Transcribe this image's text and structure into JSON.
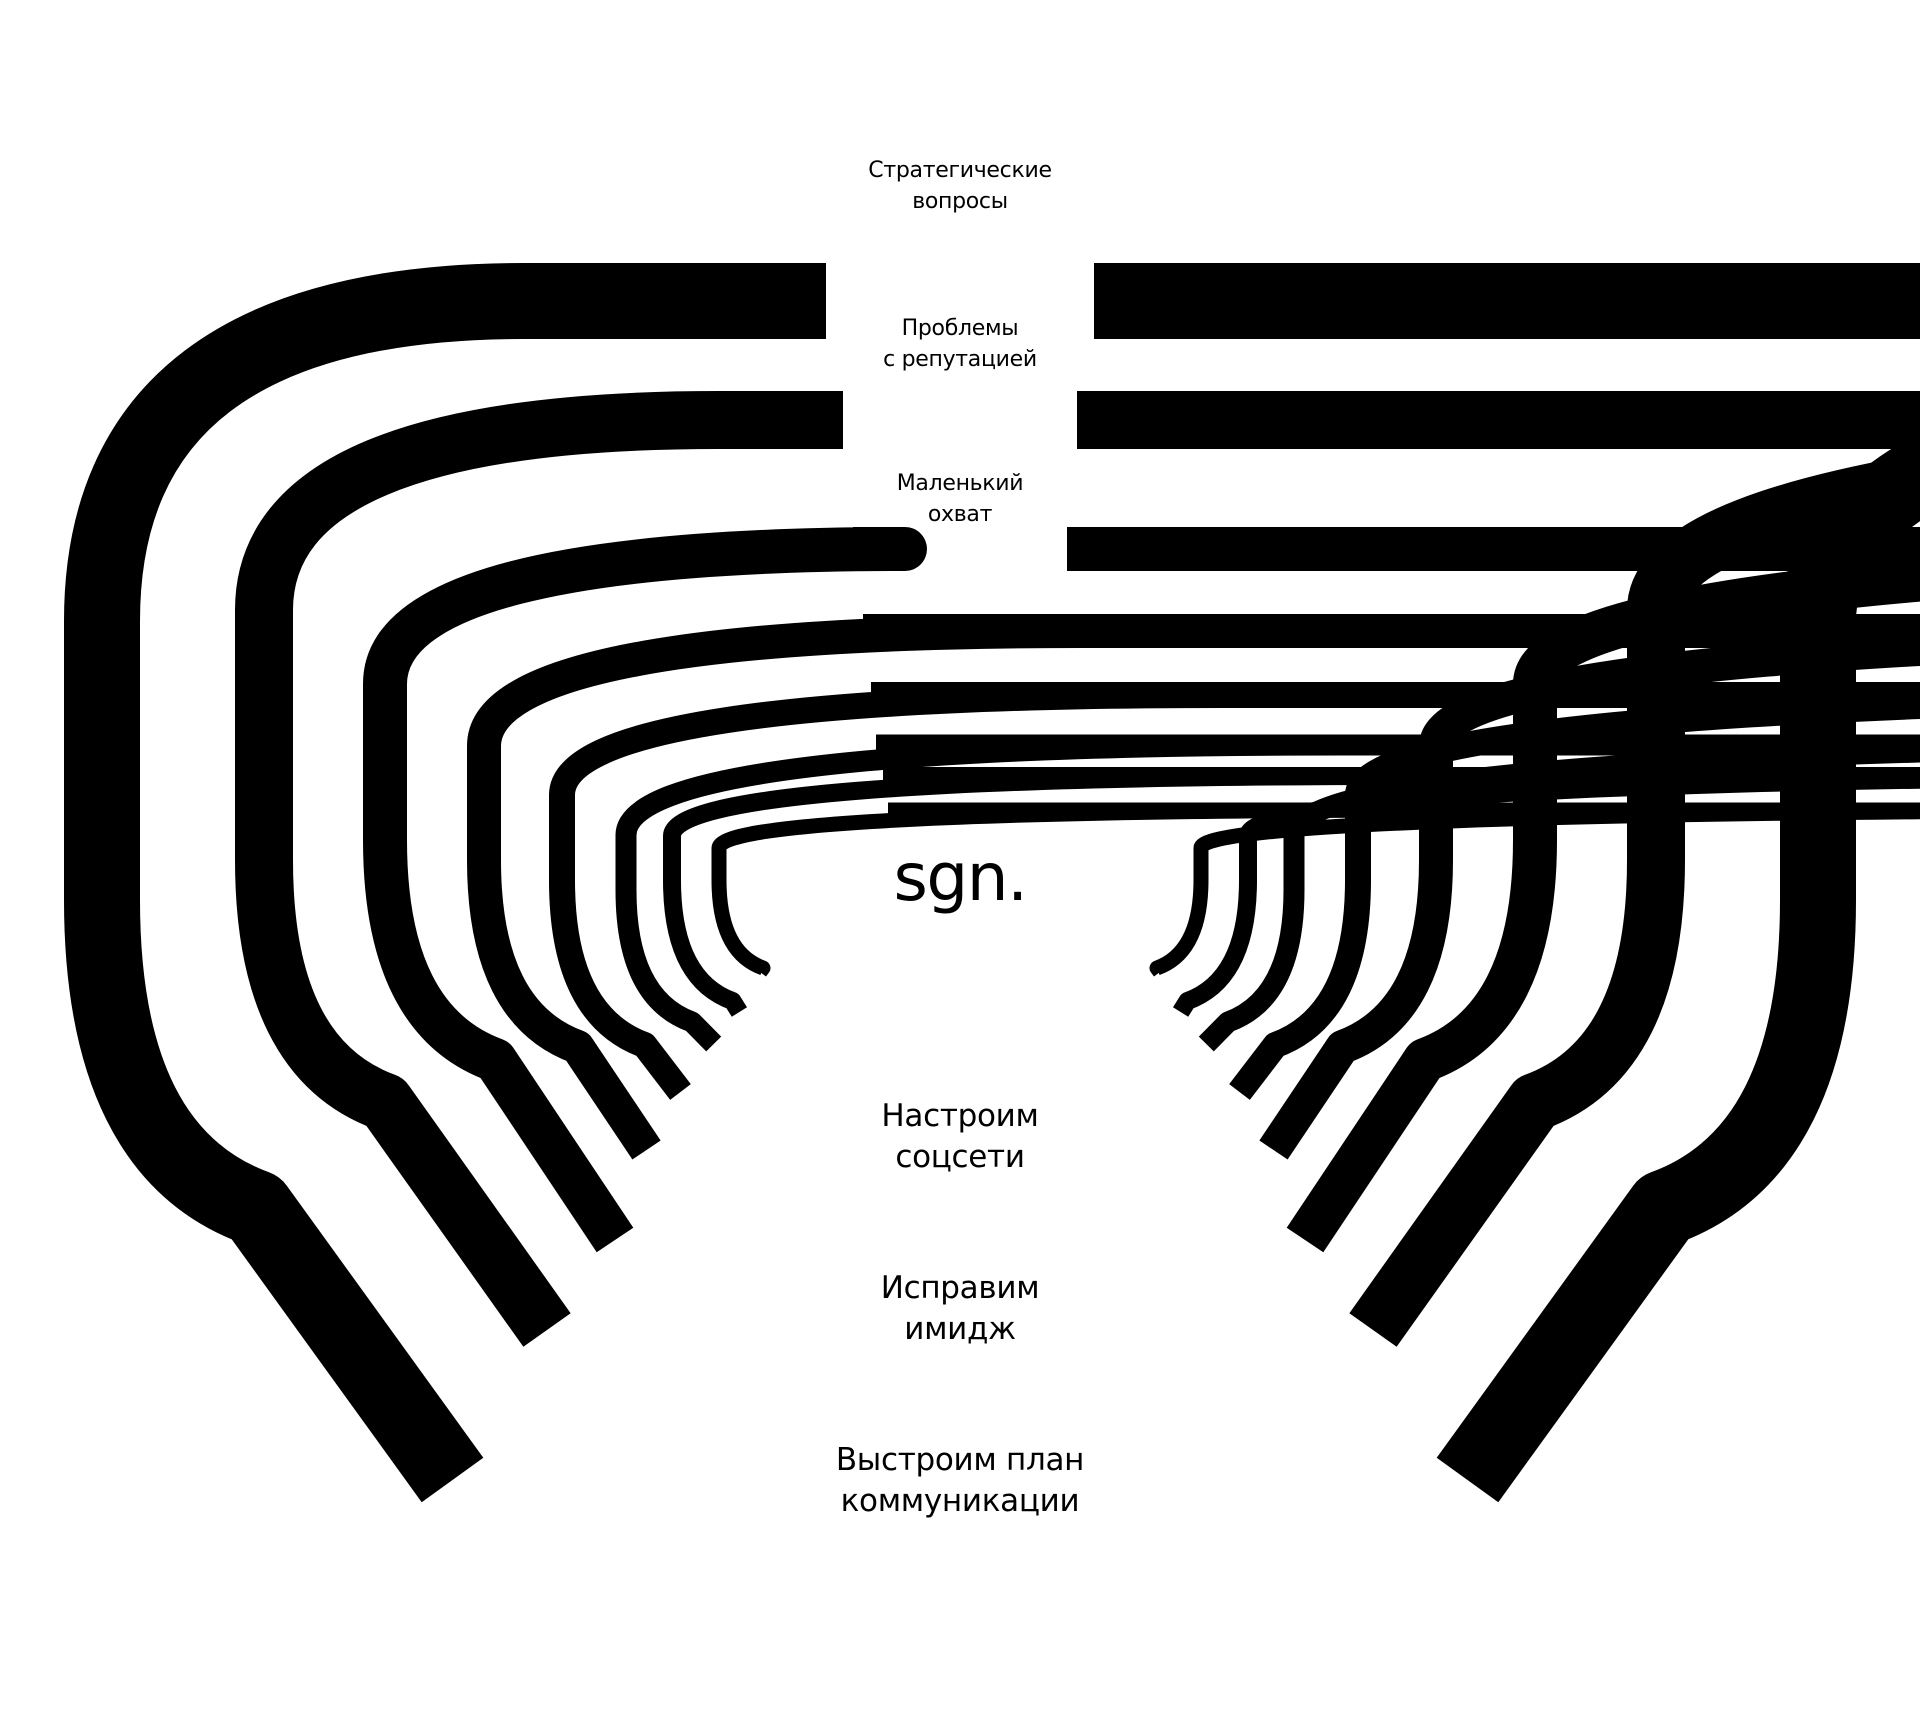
{
  "colors": {
    "stroke": "#000000",
    "background": "#ffffff"
  },
  "labels": {
    "strategic": [
      "Стратегические",
      "вопросы"
    ],
    "reputation": [
      "Проблемы",
      "с репутацией"
    ],
    "reach": [
      "Маленький",
      "охват"
    ],
    "social": [
      "Настроим",
      "соцсети"
    ],
    "image": [
      "Исправим",
      "имидж"
    ],
    "plan": [
      "Выстроим план",
      "коммуникации"
    ]
  },
  "logo": "sgn."
}
